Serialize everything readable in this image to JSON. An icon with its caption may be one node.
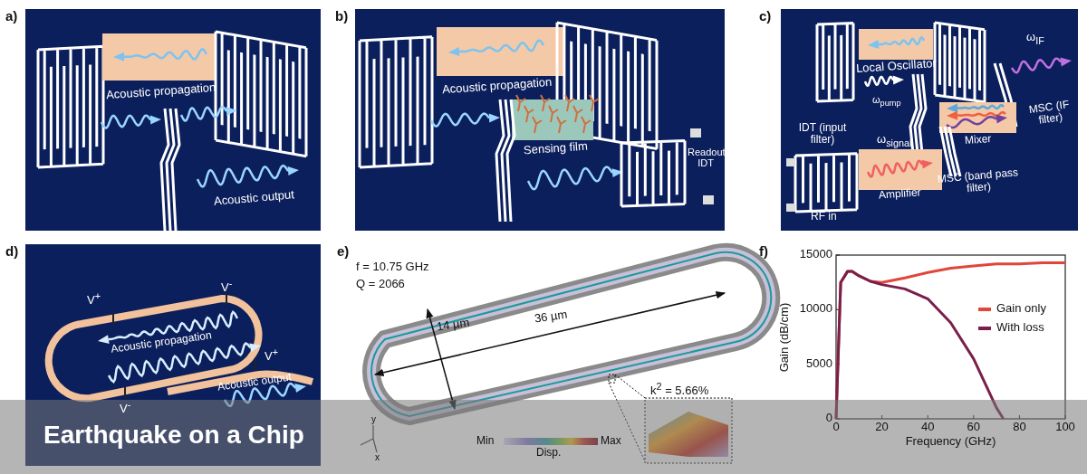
{
  "diagram": {
    "title": "Earthquake on a Chip",
    "labels": [
      "a)",
      "Acoustic propagation",
      "Acoustic output",
      "b)",
      "Acoustic propagation",
      "Sensing film",
      "Readout IDT",
      "c)",
      "ω$_{IF}$",
      "Local Oscillator",
      "ω$_{pump}$",
      "MSC (IF filter)",
      "Mixer",
      "IDT (input filter)",
      "ω$_{signal}$",
      "Amplifier",
      "MSC (band pass filter)",
      "RF in",
      "d)",
      "V$^{+}$",
      "V$^{-}$",
      "Acoustic propagation",
      "V$^{+}$",
      "V$^{-}$",
      "Acoustic output",
      "e)",
      "f = 10.75 GHz",
      "Q = 2066",
      "14 µm",
      "36 µm",
      "k$^{2}$ = 5.66%",
      "y",
      "x",
      "Min",
      "Max",
      "Disp.",
      "f)"
    ],
    "chart_data": {
      "type": "line",
      "xlabel": "Frequency (GHz)",
      "ylabel": "Gain (dB/cm)",
      "x": [
        0,
        2,
        5,
        7,
        10,
        15,
        20,
        30,
        40,
        50,
        60,
        70,
        73,
        80,
        90,
        100
      ],
      "series": [
        {
          "name": "Gain only",
          "color": "#e0463a",
          "values": [
            0,
            12500,
            13500,
            13500,
            13100,
            12600,
            12500,
            12900,
            13400,
            13800,
            14000,
            14200,
            14200,
            14200,
            14300,
            14300
          ]
        },
        {
          "name": "With loss",
          "color": "#7a1f4a",
          "values": [
            0,
            12500,
            13500,
            13500,
            13100,
            12600,
            12300,
            11900,
            11000,
            8800,
            5500,
            1000,
            0,
            null,
            null,
            null
          ]
        }
      ],
      "legend": "upper right",
      "xlim": [
        0,
        100
      ],
      "ylim": [
        0,
        15000
      ],
      "xticks": [
        0,
        20,
        40,
        60,
        80,
        100
      ],
      "yticks": [
        0,
        5000,
        10000,
        15000
      ]
    }
  }
}
